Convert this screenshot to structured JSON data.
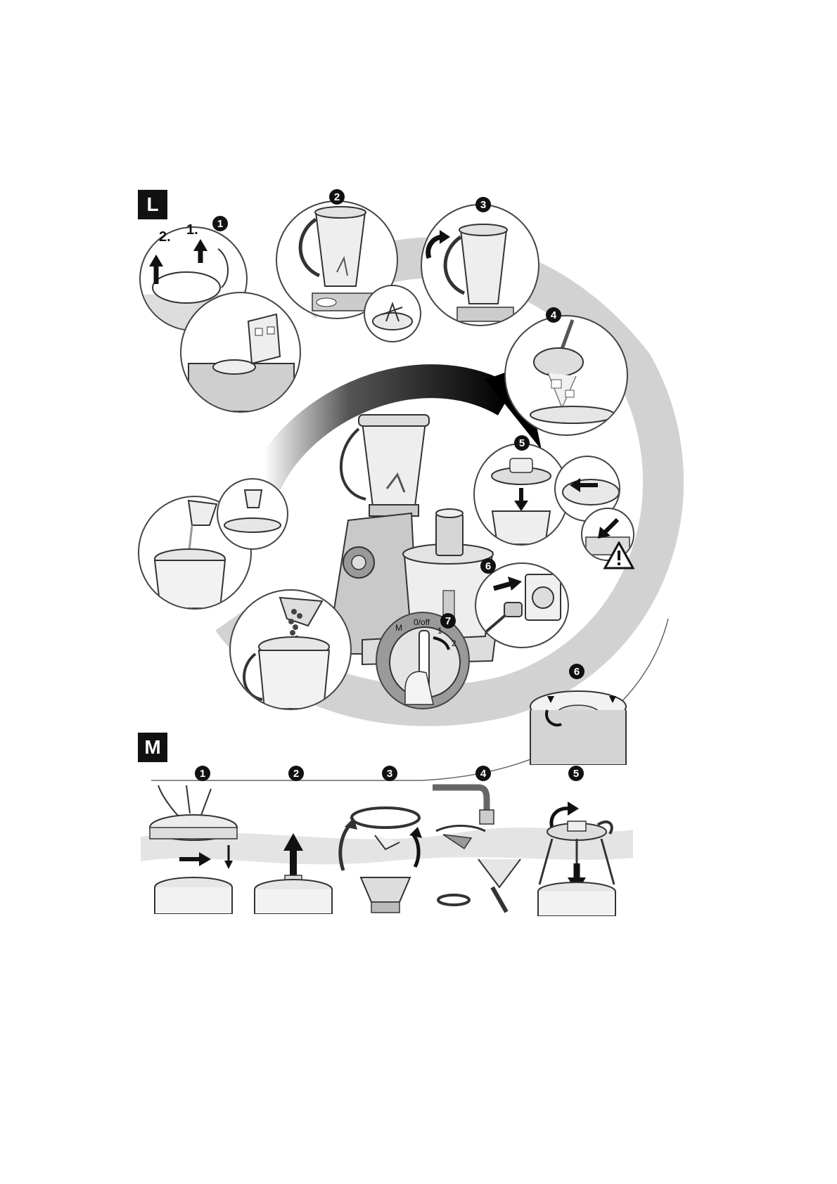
{
  "section_l": {
    "tag": "L",
    "steps": [
      "1",
      "2",
      "3",
      "4",
      "5",
      "6",
      "7"
    ],
    "step1_labels": [
      "2.",
      "1."
    ],
    "dial_labels": {
      "m": "M",
      "off": "0/off",
      "one": "1",
      "two": "2"
    },
    "detail_step": "6"
  },
  "section_m": {
    "tag": "M",
    "steps": [
      "1",
      "2",
      "3",
      "4",
      "5"
    ]
  },
  "icons": [
    "warning-icon",
    "arrow-icon",
    "plug-icon",
    "socket-icon",
    "blender-icon",
    "food-processor-icon"
  ],
  "colors": {
    "ink": "#111111",
    "shade": "#bdbdbd",
    "light": "#e6e6e6"
  }
}
